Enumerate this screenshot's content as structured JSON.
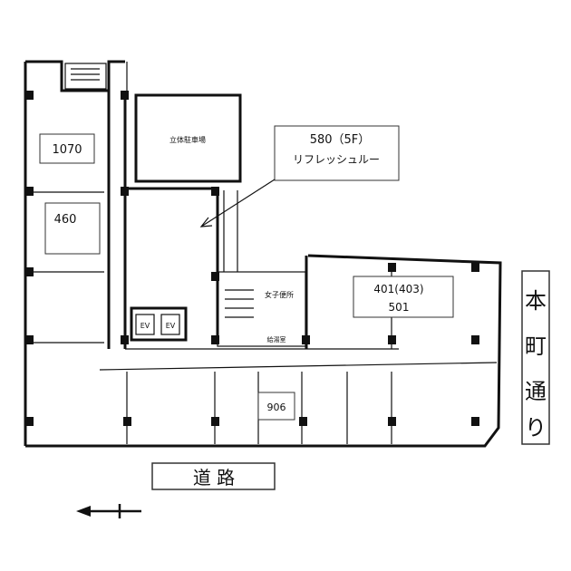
{
  "plan": {
    "rooms": {
      "room_1070": "1070",
      "room_460": "460",
      "parking": "立体駐車場",
      "refresh_area": "580（5F）",
      "refresh_name": "リフレッシュルー",
      "room_401": "401(403)",
      "room_501": "501",
      "room_906": "906",
      "womens_toilet": "女子便所",
      "kitchenette": "給湯室",
      "elevator_1": "EV",
      "elevator_2": "EV"
    },
    "street_right": [
      "本",
      "町",
      "通",
      "り"
    ],
    "street_bottom": "道 路",
    "direction": "left-arrow"
  }
}
